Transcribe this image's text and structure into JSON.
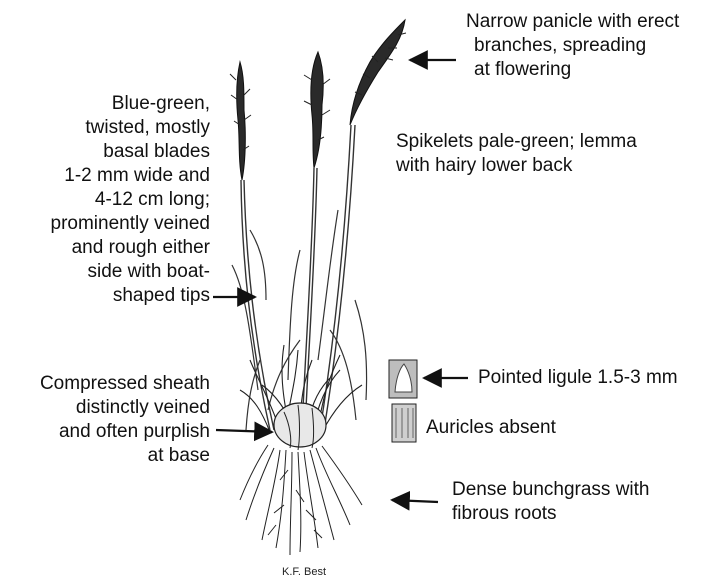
{
  "annotations": {
    "panicle": [
      "Narrow panicle with erect",
      "branches, spreading",
      "at flowering"
    ],
    "spikelets": [
      "Spikelets pale-green; lemma",
      "with hairy lower back"
    ],
    "blades": [
      "Blue-green,",
      "twisted, mostly",
      "basal blades",
      "1-2 mm wide and",
      "4-12 cm long;",
      "prominently veined",
      "and rough either",
      "side with boat-",
      "shaped tips"
    ],
    "sheath": [
      "Compressed sheath",
      "distinctly veined",
      "and often purplish",
      "at base"
    ],
    "ligule": "Pointed ligule 1.5-3 mm",
    "auricles": "Auricles absent",
    "roots": [
      "Dense bunchgrass with",
      "fibrous roots"
    ]
  },
  "credit": "K.F. Best",
  "colors": {
    "ink": "#111111",
    "paper": "#ffffff"
  }
}
